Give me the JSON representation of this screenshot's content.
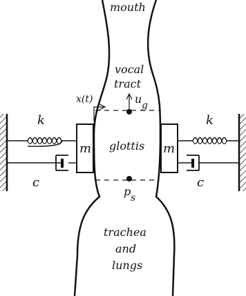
{
  "labels": {
    "mouth": "mouth",
    "vocal": "vocal",
    "tract": "tract",
    "u": "u",
    "u_sub": "g",
    "x_t": "x(t)",
    "glottis": "glottis",
    "p": "p",
    "p_sub": "s",
    "trachea": "trachea",
    "and": "and",
    "lungs": "lungs"
  },
  "left_oscillator": {
    "spring": "k",
    "mass": "m",
    "damper": "c"
  },
  "right_oscillator": {
    "spring": "k",
    "mass": "m",
    "damper": "c"
  },
  "colors": {
    "line": "#111111",
    "background": "#ffffff"
  }
}
